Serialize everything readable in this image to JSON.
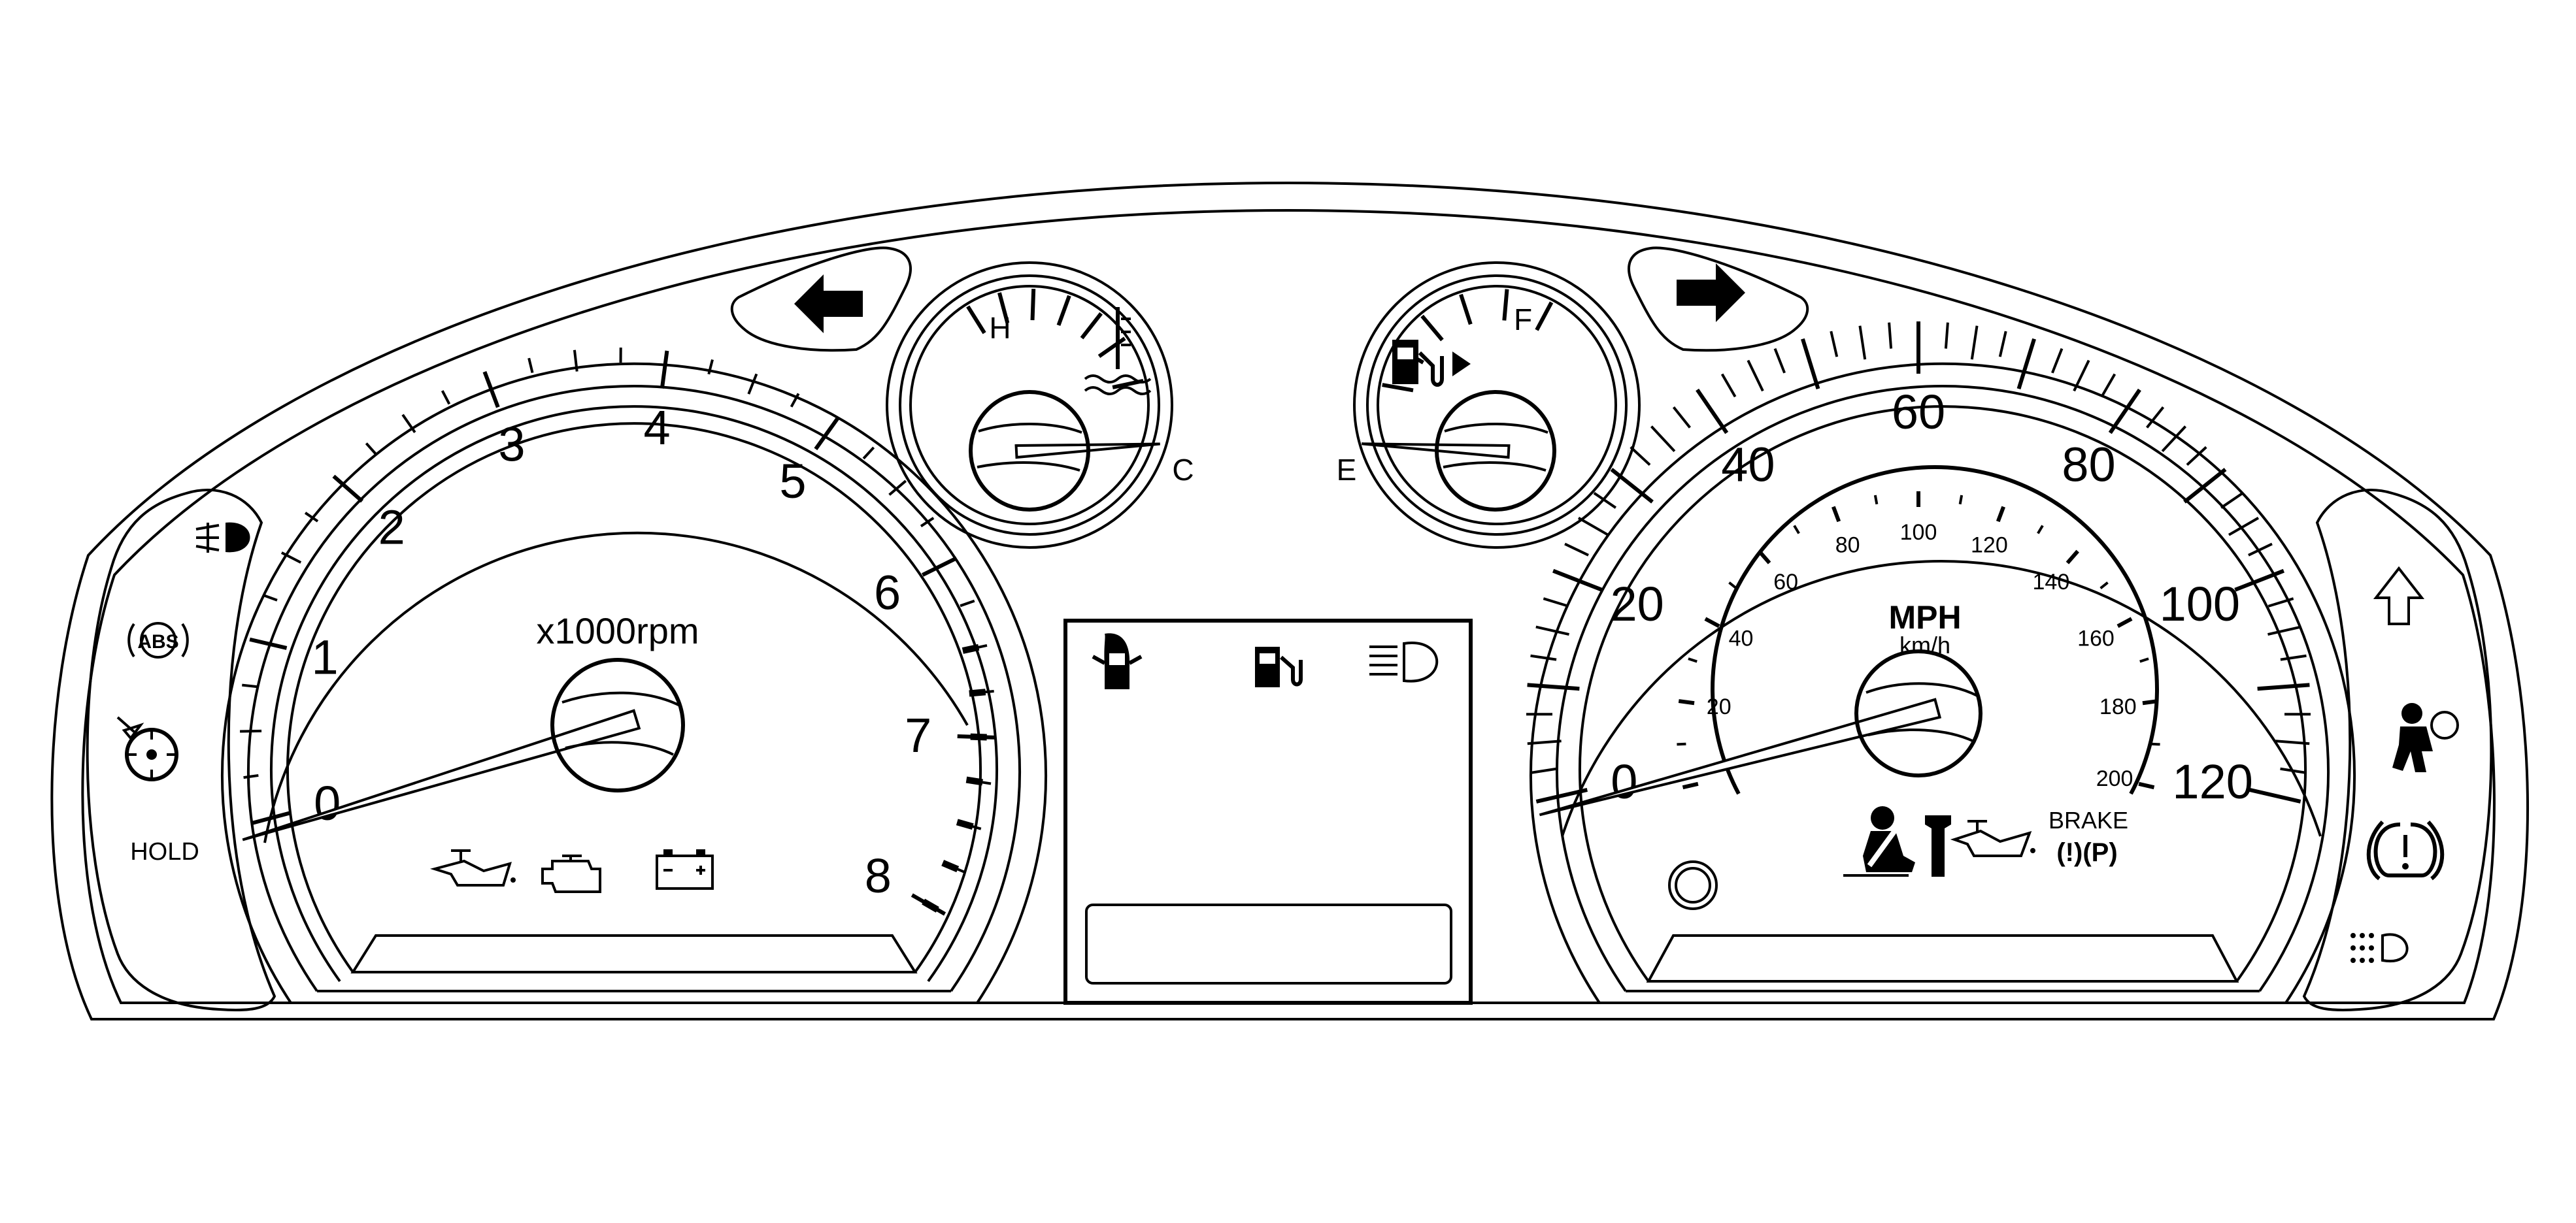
{
  "colors": {
    "line": "#000000",
    "background": "#ffffff"
  },
  "tachometer": {
    "unit_label": "x1000rpm",
    "min": 0,
    "max": 8,
    "numbers": [
      "0",
      "1",
      "2",
      "3",
      "4",
      "5",
      "6",
      "7",
      "8"
    ],
    "needle_value": 0,
    "redline_from": 6.5
  },
  "temperature_gauge": {
    "hot_label": "H",
    "cold_label": "C",
    "icon": "coolant-temperature-icon",
    "needle_level": 0.0
  },
  "fuel_gauge": {
    "full_label": "F",
    "empty_label": "E",
    "icon": "fuel-pump-icon",
    "filler_side_icon": "fuel-door-arrow-icon",
    "needle_level": 0.0
  },
  "speedometer": {
    "unit_primary": "MPH",
    "unit_secondary": "km/h",
    "mph_min": 0,
    "mph_max": 120,
    "mph_numbers": [
      "0",
      "20",
      "40",
      "60",
      "80",
      "100",
      "120"
    ],
    "kmh_numbers": [
      "20",
      "40",
      "60",
      "80",
      "100",
      "120",
      "140",
      "160",
      "180",
      "200"
    ],
    "needle_value": 0
  },
  "left_indicators": {
    "hold_label": "HOLD",
    "abs_label": "ABS",
    "icons": [
      "front-fog-lamp-icon",
      "abs-icon",
      "traction-control-icon"
    ]
  },
  "right_indicators": {
    "icons": [
      "upshift-arrow-icon",
      "airbag-icon",
      "tire-pressure-icon",
      "rear-fog-lamp-icon"
    ]
  },
  "turn_signals": {
    "left_icon": "left-arrow-icon",
    "right_icon": "right-arrow-icon"
  },
  "center_display": {
    "icons": [
      "door-ajar-icon",
      "low-fuel-icon",
      "high-beam-icon"
    ]
  },
  "tach_warnings": {
    "icons": [
      "oil-pressure-icon",
      "check-engine-icon",
      "battery-icon"
    ]
  },
  "speedo_warnings": {
    "brake_label": "BRAKE",
    "brake_symbols": "(!)(P)",
    "icons": [
      "seatbelt-icon",
      "service-wrench-icon",
      "oil-can-icon",
      "brake-icon"
    ]
  }
}
